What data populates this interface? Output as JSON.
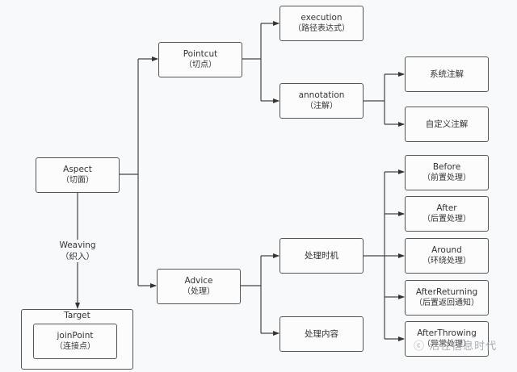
{
  "nodes": {
    "aspect": {
      "title": "Aspect",
      "sub": "（切面）"
    },
    "pointcut": {
      "title": "Pointcut",
      "sub": "（切点）"
    },
    "execution": {
      "title": "execution",
      "sub": "（路径表达式）"
    },
    "annotation": {
      "title": "annotation",
      "sub": "（注解）"
    },
    "system_annotation": {
      "title": "系统注解"
    },
    "custom_annotation": {
      "title": "自定义注解"
    },
    "advice": {
      "title": "Advice",
      "sub": "（处理）"
    },
    "timing": {
      "title": "处理时机"
    },
    "content": {
      "title": "处理内容"
    },
    "before": {
      "title": "Before",
      "sub": "（前置处理）"
    },
    "after": {
      "title": "After",
      "sub": "（后置处理）"
    },
    "around": {
      "title": "Around",
      "sub": "（环绕处理）"
    },
    "after_returning": {
      "title": "AfterReturning",
      "sub": "（后置返回通知）"
    },
    "after_throwing": {
      "title": "AfterThrowing",
      "sub": "（异常处理）"
    },
    "target": {
      "title": "Target"
    },
    "joinpoint": {
      "title": "joinPoint",
      "sub": "（连接点）"
    }
  },
  "edges": {
    "weaving": {
      "title": "Weaving",
      "sub": "（织入）"
    }
  },
  "watermark": "活在信息时代"
}
